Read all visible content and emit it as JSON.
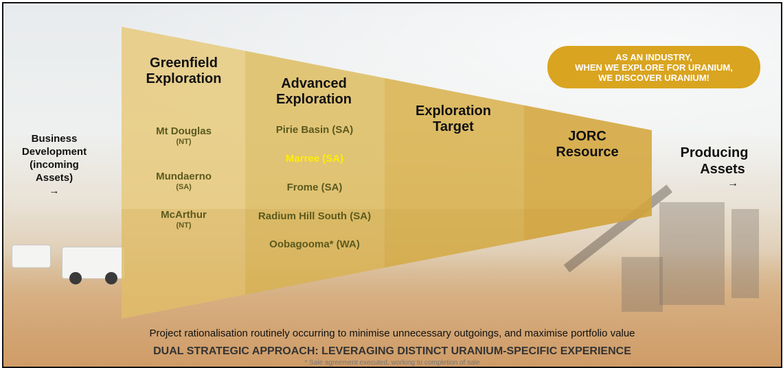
{
  "callout": {
    "lines": [
      "AS AN INDUSTRY,",
      "WHEN WE EXPLORE FOR URANIUM,",
      "WE DISCOVER URANIUM!"
    ]
  },
  "business_development": {
    "lines": [
      "Business",
      "Development",
      "(incoming",
      "Assets)"
    ],
    "arrow": "→"
  },
  "stages": {
    "greenfield": {
      "title_lines": [
        "Greenfield",
        "Exploration"
      ],
      "projects": [
        {
          "name": "Mt Douglas",
          "state": "(NT)"
        },
        {
          "name": "Mundaerno",
          "state": "(SA)"
        },
        {
          "name": "McArthur",
          "state": "(NT)"
        }
      ]
    },
    "advanced": {
      "title_lines": [
        "Advanced",
        "Exploration"
      ],
      "projects": [
        "Pirie Basin (SA)",
        "Marree (SA)",
        "Frome (SA)",
        "Radium Hill South (SA)",
        "Oobagooma* (WA)"
      ]
    },
    "target": {
      "title_lines": [
        "Exploration",
        "Target"
      ]
    },
    "jorc": {
      "title_lines": [
        "JORC",
        "Resource"
      ]
    }
  },
  "producing": {
    "lines": [
      "Producing",
      "Assets"
    ],
    "arrow": "→"
  },
  "footer": {
    "note": "Project rationalisation routinely occurring to minimise unnecessary outgoings, and maximise portfolio value",
    "headline": "DUAL STRATEGIC APPROACH: LEVERAGING DISTINCT URANIUM-SPECIFIC EXPERIENCE",
    "footnote": "* Sale agreement executed, working to completion of sale"
  },
  "colors": {
    "funnel_light": "#e6c877",
    "funnel_mid": "#d9b24f",
    "funnel_dark": "#d4a63c",
    "callout": "#d9a420",
    "project_text": "#5b5a1e",
    "highlight_text": "#ffee00"
  }
}
